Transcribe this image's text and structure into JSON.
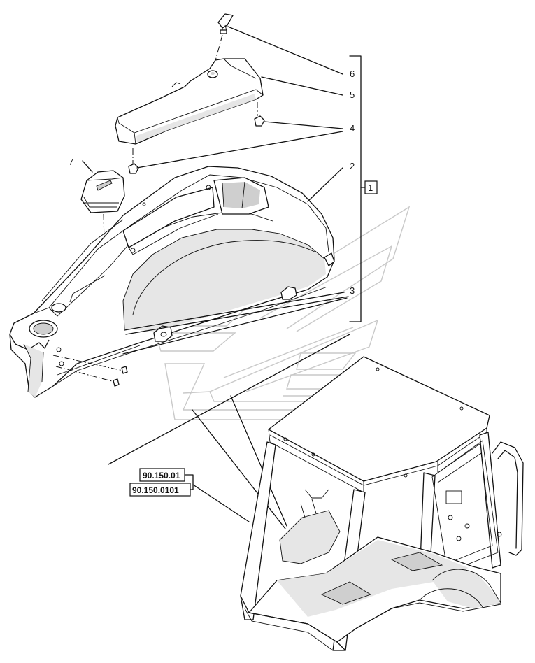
{
  "callouts": [
    "1",
    "2",
    "3",
    "4",
    "5",
    "6",
    "7"
  ],
  "references": [
    "90.150.01",
    "90.150.0101"
  ]
}
